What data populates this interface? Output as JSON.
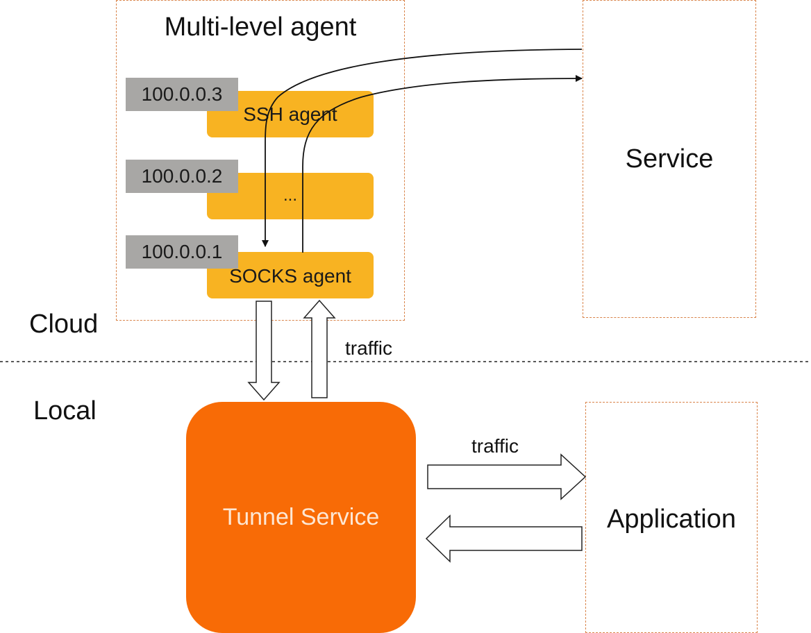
{
  "multi_level_agent": {
    "title": "Multi-level agent",
    "agents": [
      {
        "ip": "100.0.0.3",
        "label": "SSH agent"
      },
      {
        "ip": "100.0.0.2",
        "label": "..."
      },
      {
        "ip": "100.0.0.1",
        "label": "SOCKS agent"
      }
    ]
  },
  "zones": {
    "cloud": "Cloud",
    "local": "Local"
  },
  "service": {
    "label": "Service"
  },
  "tunnel_service": {
    "label": "Tunnel Service"
  },
  "application": {
    "label": "Application"
  },
  "traffic_labels": {
    "vertical": "traffic",
    "horizontal": "traffic"
  },
  "colors": {
    "agent_bar": "#f8b322",
    "ip_box": "#a8a7a5",
    "tunnel": "#f86b06",
    "dashed_border": "#d9844a"
  }
}
